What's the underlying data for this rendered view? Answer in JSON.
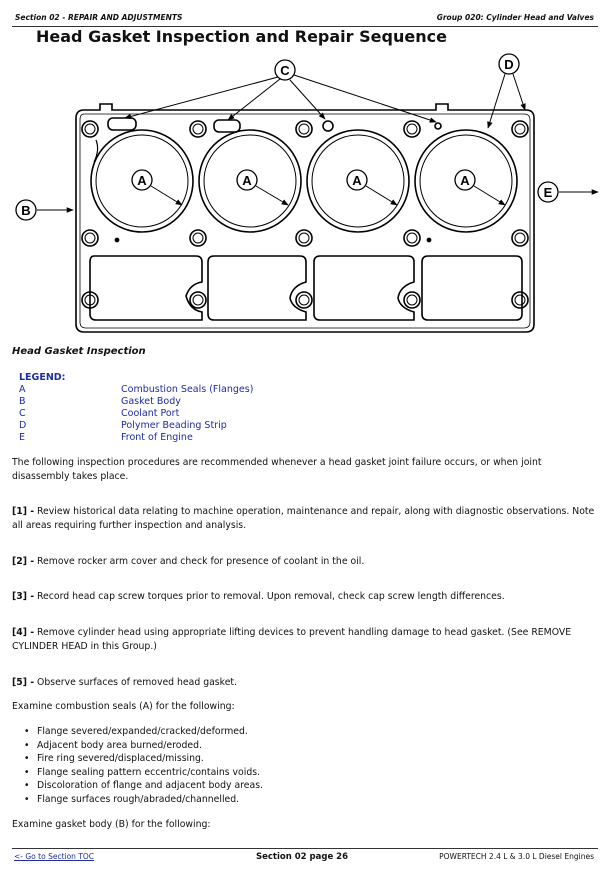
{
  "header": {
    "left": "Section 02 - REPAIR AND ADJUSTMENTS",
    "right": "Group 020: Cylinder Head and Valves"
  },
  "title": "Head Gasket Inspection and Repair Sequence",
  "figure": {
    "callouts": {
      "a": "A",
      "b": "B",
      "c": "C",
      "d": "D",
      "e": "E"
    }
  },
  "subheading": "Head Gasket Inspection",
  "legend": {
    "title": "LEGEND:",
    "items": [
      {
        "key": "A",
        "label": "Combustion Seals (Flanges)"
      },
      {
        "key": "B",
        "label": "Gasket Body"
      },
      {
        "key": "C",
        "label": "Coolant Port"
      },
      {
        "key": "D",
        "label": "Polymer Beading Strip"
      },
      {
        "key": "E",
        "label": "Front of Engine"
      }
    ]
  },
  "intro": "The following inspection procedures are recommended whenever a head gasket joint failure occurs, or when joint disassembly takes place.",
  "steps": [
    {
      "num": "[1] -",
      "text": " Review historical data relating to machine operation, maintenance and repair, along with diagnostic observations. Note all areas requiring further inspection and analysis."
    },
    {
      "num": "[2] -",
      "text": " Remove rocker arm cover and check for presence of coolant in the oil."
    },
    {
      "num": "[3] -",
      "text": " Record head cap screw torques prior to removal. Upon removal, check cap screw length differences."
    },
    {
      "num": "[4] -",
      "text": " Remove cylinder head using appropriate lifting devices to prevent handling damage to head gasket. (See REMOVE CYLINDER HEAD in this Group.)"
    },
    {
      "num": "[5] -",
      "text": " Observe surfaces of removed head gasket."
    }
  ],
  "examine_seals": "Examine combustion seals (A) for the following:",
  "bullets": [
    "Flange severed/expanded/cracked/deformed.",
    "Adjacent body area burned/eroded.",
    "Fire ring severed/displaced/missing.",
    "Flange sealing pattern eccentric/contains voids.",
    "Discoloration of flange and adjacent body areas.",
    "Flange surfaces rough/abraded/channelled."
  ],
  "examine_body": "Examine gasket body (B) for the following:",
  "footer": {
    "link": "<- Go to Section TOC",
    "center": "Section 02 page 26",
    "right": "POWERTECH 2.4 L & 3.0 L Diesel Engines"
  }
}
